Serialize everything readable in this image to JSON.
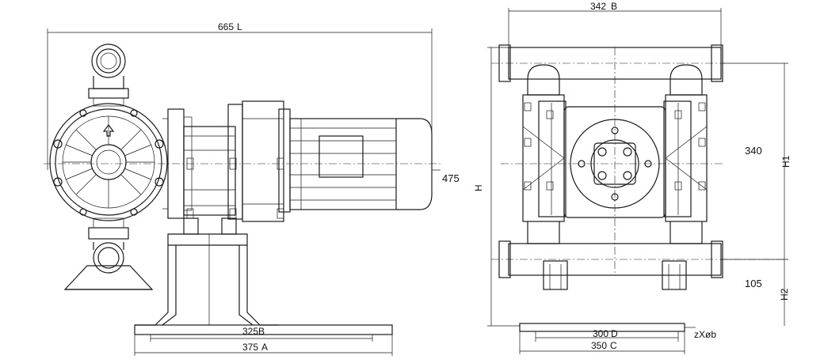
{
  "dimensions": {
    "overall_length": "665",
    "overall_length_symbol": "L",
    "height_total": "475",
    "width_b": "342",
    "width_b_symbol": "B",
    "height_h_symbol": "H",
    "height_h1": "340",
    "height_h1_symbol": "H1",
    "height_h2": "105",
    "height_h2_symbol": "H2",
    "base_inner": "325",
    "base_inner_symbol": "B",
    "base_outer": "375",
    "base_outer_symbol": "A",
    "side_base_inner": "300",
    "side_base_inner_symbol": "D",
    "side_base_outer": "350",
    "side_base_outer_symbol": "C",
    "hole_spec": "zXøb"
  },
  "colors": {
    "line": "#1a1a1a",
    "background": "#ffffff"
  }
}
